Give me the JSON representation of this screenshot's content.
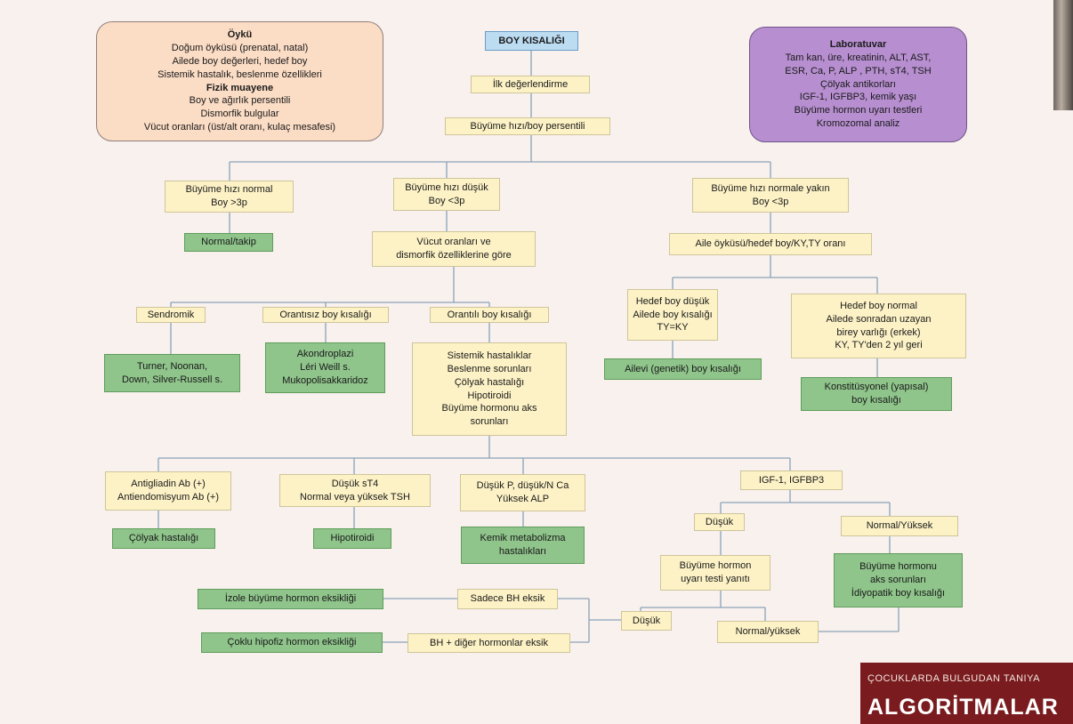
{
  "title": "BOY KISALIĞI",
  "history": {
    "heading": "Öykü",
    "items": [
      "Doğum öyküsü (prenatal, natal)",
      "Ailede boy değerleri, hedef boy",
      "Sistemik hastalık, beslenme özellikleri"
    ],
    "exam_heading": "Fizik muayene",
    "exam_items": [
      "Boy ve ağırlık persentili",
      "Dismorfik bulgular",
      "Vücut oranları (üst/alt oranı, kulaç mesafesi)"
    ]
  },
  "lab": {
    "heading": "Laboratuvar",
    "items": [
      "Tam kan, üre, kreatinin, ALT, AST,",
      "ESR, Ca, P, ALP , PTH, sT4, TSH",
      "Çölyak antikorları",
      "IGF-1, IGFBP3, kemik yaşı",
      "Büyüme hormon uyarı testleri",
      "Kromozomal analiz"
    ]
  },
  "nodes": {
    "initial_eval": "İlk değerlendirme",
    "growth_rate": "Büyüme hızı/boy persentili",
    "gr_normal": [
      "Büyüme hızı normal",
      "Boy >3p"
    ],
    "gr_low": [
      "Büyüme hızı düşük",
      "Boy <3p"
    ],
    "gr_near": [
      "Büyüme hızı normale yakın",
      "Boy <3p"
    ],
    "normal_followup": "Normal/takip",
    "body_ratio": [
      "Vücut oranları ve",
      "dismorfik özelliklerine göre"
    ],
    "family_hist": "Aile öyküsü/hedef boy/KY,TY oranı",
    "syndromic": "Sendromik",
    "disprop": "Orantısız boy kısalığı",
    "prop": "Orantılı boy kısalığı",
    "target_low": [
      "Hedef boy düşük",
      "Ailede boy kısalığı",
      "TY=KY"
    ],
    "target_normal": [
      "Hedef boy normal",
      "Ailede sonradan uzayan",
      "birey varlığı (erkek)",
      "KY, TY'den 2 yıl geri"
    ],
    "syndromes": [
      "Turner, Noonan,",
      "Down, Silver-Russell s."
    ],
    "skeletal": [
      "Akondroplazi",
      "Léri Weill s.",
      "Mukopolisakkaridoz"
    ],
    "systemic": [
      "Sistemik hastalıklar",
      "Beslenme sorunları",
      "Çölyak hastalığı",
      "Hipotiroidi",
      "Büyüme hormonu aks",
      "sorunları"
    ],
    "familial": "Ailevi (genetik) boy kısalığı",
    "constitutional": [
      "Konstitüsyonel (yapısal)",
      "boy kısalığı"
    ],
    "antigliadin": [
      "Antigliadin Ab (+)",
      "Antiendomisyum Ab (+)"
    ],
    "low_st4": [
      "Düşük sT4",
      "Normal veya yüksek TSH"
    ],
    "low_p": [
      "Düşük P, düşük/N Ca",
      "Yüksek ALP"
    ],
    "igf": "IGF-1, IGFBP3",
    "celiac": "Çölyak hastalığı",
    "hypothyroid": "Hipotiroidi",
    "bone": [
      "Kemik metabolizma",
      "hastalıkları"
    ],
    "igf_low": "Düşük",
    "igf_normal": "Normal/Yüksek",
    "gh_test": [
      "Büyüme hormon",
      "uyarı testi yanıtı"
    ],
    "gh_axis": [
      "Büyüme hormonu",
      "aks sorunları",
      "İdiyopatik boy kısalığı"
    ],
    "isolated_gh": "İzole büyüme hormon eksikliği",
    "only_gh": "Sadece BH eksik",
    "test_low": "Düşük",
    "multi_pit": "Çoklu hipofiz hormon eksikliği",
    "gh_others": "BH + diğer hormonlar eksik",
    "test_normal": "Normal/yüksek"
  },
  "banner": {
    "line1": "ÇOCUKLARDA BULGUDAN TANIYA",
    "line2": "ALGORİTMALAR"
  },
  "colors": {
    "yellow": "#fdf2c6",
    "green": "#8fc48b",
    "blue": "#bcdcf2",
    "peach": "#fbdcc5",
    "purple": "#b78fd0",
    "line": "#8aa2b8",
    "banner": "#7a1c1f"
  }
}
